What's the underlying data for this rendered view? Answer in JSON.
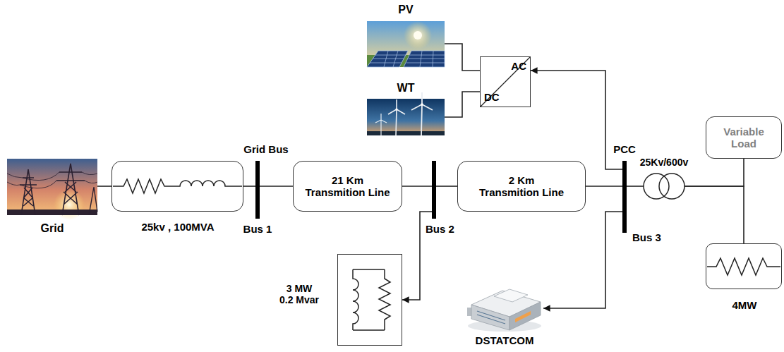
{
  "diagram": {
    "nodes": [
      {
        "text": [
          "Grid"
        ]
      },
      {
        "text": [
          "25kv , 100MVA"
        ]
      },
      {
        "text": [
          "Grid Bus",
          "Bus 1"
        ]
      },
      {
        "text": [
          "21 Km Transmition Line"
        ]
      },
      {
        "text": [
          "Bus 2"
        ]
      },
      {
        "text": [
          "2 Km Transmition Line"
        ]
      },
      {
        "text": [
          "PCC",
          "Bus 3"
        ]
      },
      {
        "text": [
          "PV"
        ]
      },
      {
        "text": [
          "WT"
        ]
      },
      {
        "text": [
          "AC",
          "DC"
        ]
      },
      {
        "text": [
          "3 MW 0.2 Mvar"
        ]
      },
      {
        "text": [
          "25Kv/600v"
        ]
      },
      {
        "text": [
          "Variable Load"
        ]
      },
      {
        "text": [
          "4MW"
        ]
      },
      {
        "text": [
          "DSTATCOM"
        ]
      }
    ],
    "edges": [
      {
        "from": 0,
        "to": 1,
        "arrow": "none"
      },
      {
        "from": 1,
        "to": 2,
        "arrow": "none"
      },
      {
        "from": 2,
        "to": 3,
        "arrow": "none"
      },
      {
        "from": 3,
        "to": 4,
        "arrow": "none"
      },
      {
        "from": 4,
        "to": 5,
        "arrow": "none"
      },
      {
        "from": 5,
        "to": 6,
        "arrow": "none"
      },
      {
        "from": 4,
        "to": 10,
        "arrow": "to"
      },
      {
        "from": 7,
        "to": 9,
        "arrow": "none"
      },
      {
        "from": 8,
        "to": 9,
        "arrow": "none"
      },
      {
        "from": 6,
        "to": 9,
        "arrow": "to"
      },
      {
        "from": 6,
        "to": 14,
        "arrow": "to"
      },
      {
        "from": 6,
        "to": 11,
        "arrow": "none"
      },
      {
        "from": 11,
        "to": 12,
        "arrow": "none"
      },
      {
        "from": 11,
        "to": 13,
        "arrow": "none"
      }
    ]
  }
}
